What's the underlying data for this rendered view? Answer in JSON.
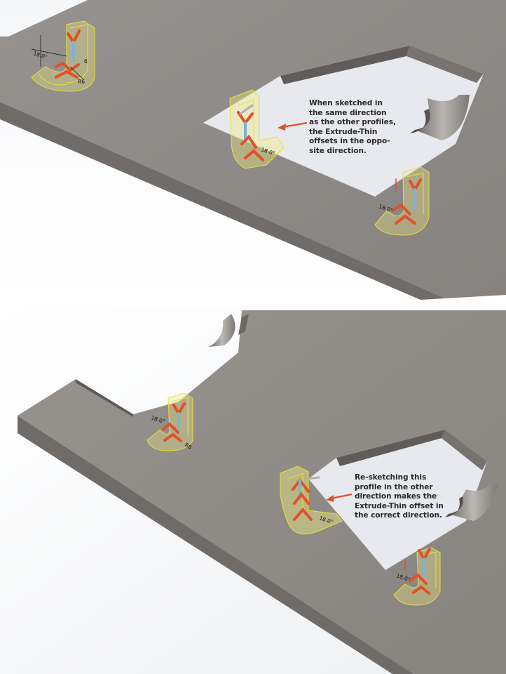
{
  "figure": {
    "top_panel": {
      "callout": "When sketched in\nthe same direction\nas the other profiles,\nthe Extrude-Thin\noffsets in the oppo-\nsite direction.",
      "dims": {
        "angle": "18.0°",
        "angle_mid": "18.0°",
        "radius": "R6",
        "small": "6",
        "angle_right": "18.0°"
      }
    },
    "bottom_panel": {
      "callout": "Re-sketching this\nprofile in the other\ndirection makes the\nExtrude-Thin offset in\nthe correct direction.",
      "dims": {
        "angle": "18.0°",
        "angle_mid": "18.0°",
        "radius": "R6",
        "angle_right": "18.0°"
      }
    },
    "colors": {
      "part_face": "#8c8884",
      "part_side": "#6e6b69",
      "sketch_yellow": "#e4e23a",
      "arrow_orange": "#e0502a",
      "arrow_blue": "#7fb2d8"
    }
  }
}
